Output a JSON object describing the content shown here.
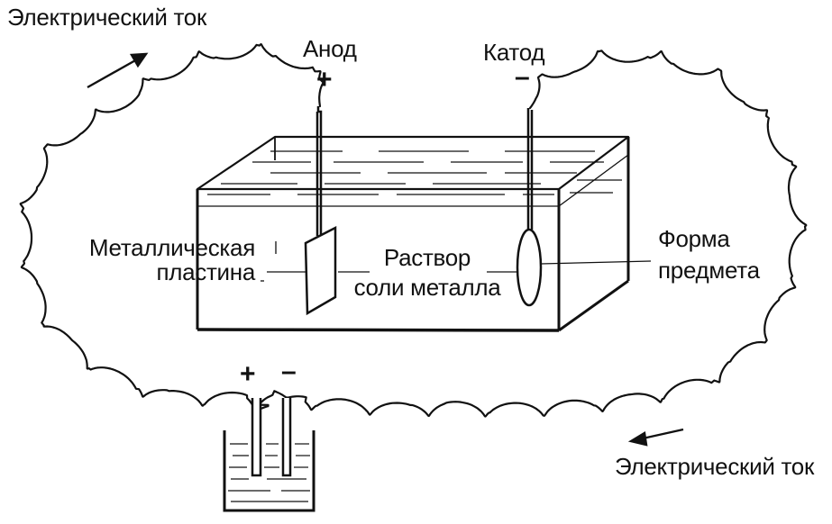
{
  "labels": {
    "current_top": "Электрический ток",
    "current_bottom": "Электрический ток",
    "anode": "Анод",
    "anode_sign": "+",
    "cathode": "Катод",
    "cathode_sign": "–",
    "plate_line1": "Металлическая",
    "plate_line2": "пластина",
    "solution_line1": "Раствор",
    "solution_line2": "соли металла",
    "form_line1": "Форма",
    "form_line2": "предмета",
    "battery_plus": "+",
    "battery_minus": "–"
  },
  "colors": {
    "ink": "#111111",
    "background": "#ffffff"
  }
}
